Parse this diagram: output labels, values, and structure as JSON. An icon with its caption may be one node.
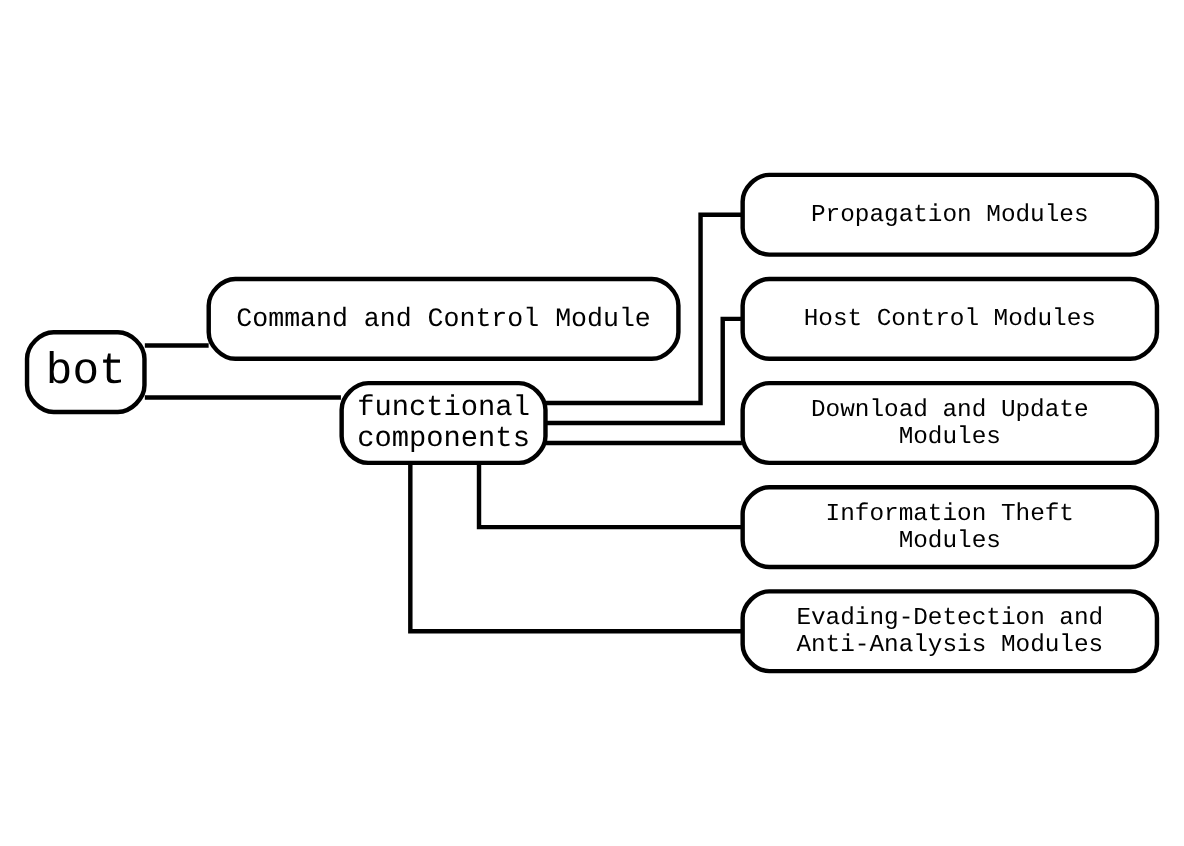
{
  "diagram": {
    "nodes": [
      {
        "text": [
          "bot"
        ]
      },
      {
        "text": [
          "Command and Control Module"
        ]
      },
      {
        "text": [
          "functional components"
        ]
      },
      {
        "text": [
          "Propagation Modules"
        ]
      },
      {
        "text": [
          "Host Control Modules"
        ]
      },
      {
        "text": [
          "Download and Update Modules"
        ]
      },
      {
        "text": [
          "Information Theft Modules"
        ]
      },
      {
        "text": [
          "Evading-Detection and Anti-Analysis Modules"
        ]
      }
    ],
    "edges": [
      {
        "from": 0,
        "to": 1,
        "arrow": "none"
      },
      {
        "from": 0,
        "to": 2,
        "arrow": "none"
      },
      {
        "from": 2,
        "to": 3,
        "arrow": "none"
      },
      {
        "from": 2,
        "to": 4,
        "arrow": "none"
      },
      {
        "from": 2,
        "to": 5,
        "arrow": "none"
      },
      {
        "from": 2,
        "to": 6,
        "arrow": "none"
      },
      {
        "from": 2,
        "to": 7,
        "arrow": "none"
      }
    ]
  }
}
